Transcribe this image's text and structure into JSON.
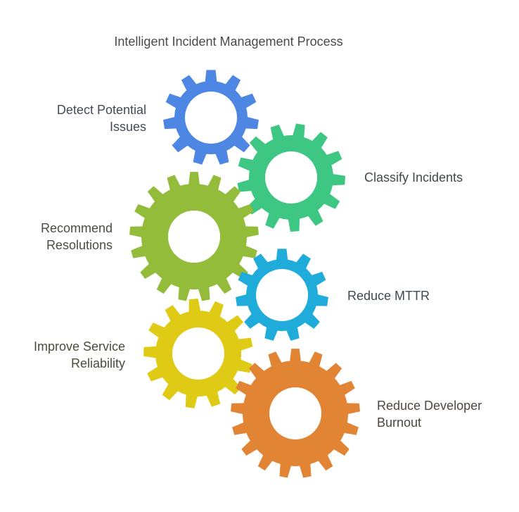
{
  "title": "Intelligent Incident Management Process",
  "steps": [
    {
      "label_line1": "Detect Potential",
      "label_line2": "Issues",
      "color": "#4d87e3",
      "text_color": "#434b5a",
      "teeth": 11
    },
    {
      "label_line1": "Classify Incidents",
      "label_line2": "",
      "color": "#3ec683",
      "text_color": "#3f4c48",
      "teeth": 13
    },
    {
      "label_line1": "Recommend",
      "label_line2": "Resolutions",
      "color": "#93bc3a",
      "text_color": "#4a4d42",
      "teeth": 17
    },
    {
      "label_line1": "Reduce MTTR",
      "label_line2": "",
      "color": "#20acdb",
      "text_color": "#3c4a51",
      "teeth": 11
    },
    {
      "label_line1": "Improve Service",
      "label_line2": "Reliability",
      "color": "#dfcb16",
      "text_color": "#4d4c3c",
      "teeth": 13
    },
    {
      "label_line1": "Reduce Developer",
      "label_line2": "Burnout",
      "color": "#e18434",
      "text_color": "#4e4740",
      "teeth": 17
    }
  ]
}
